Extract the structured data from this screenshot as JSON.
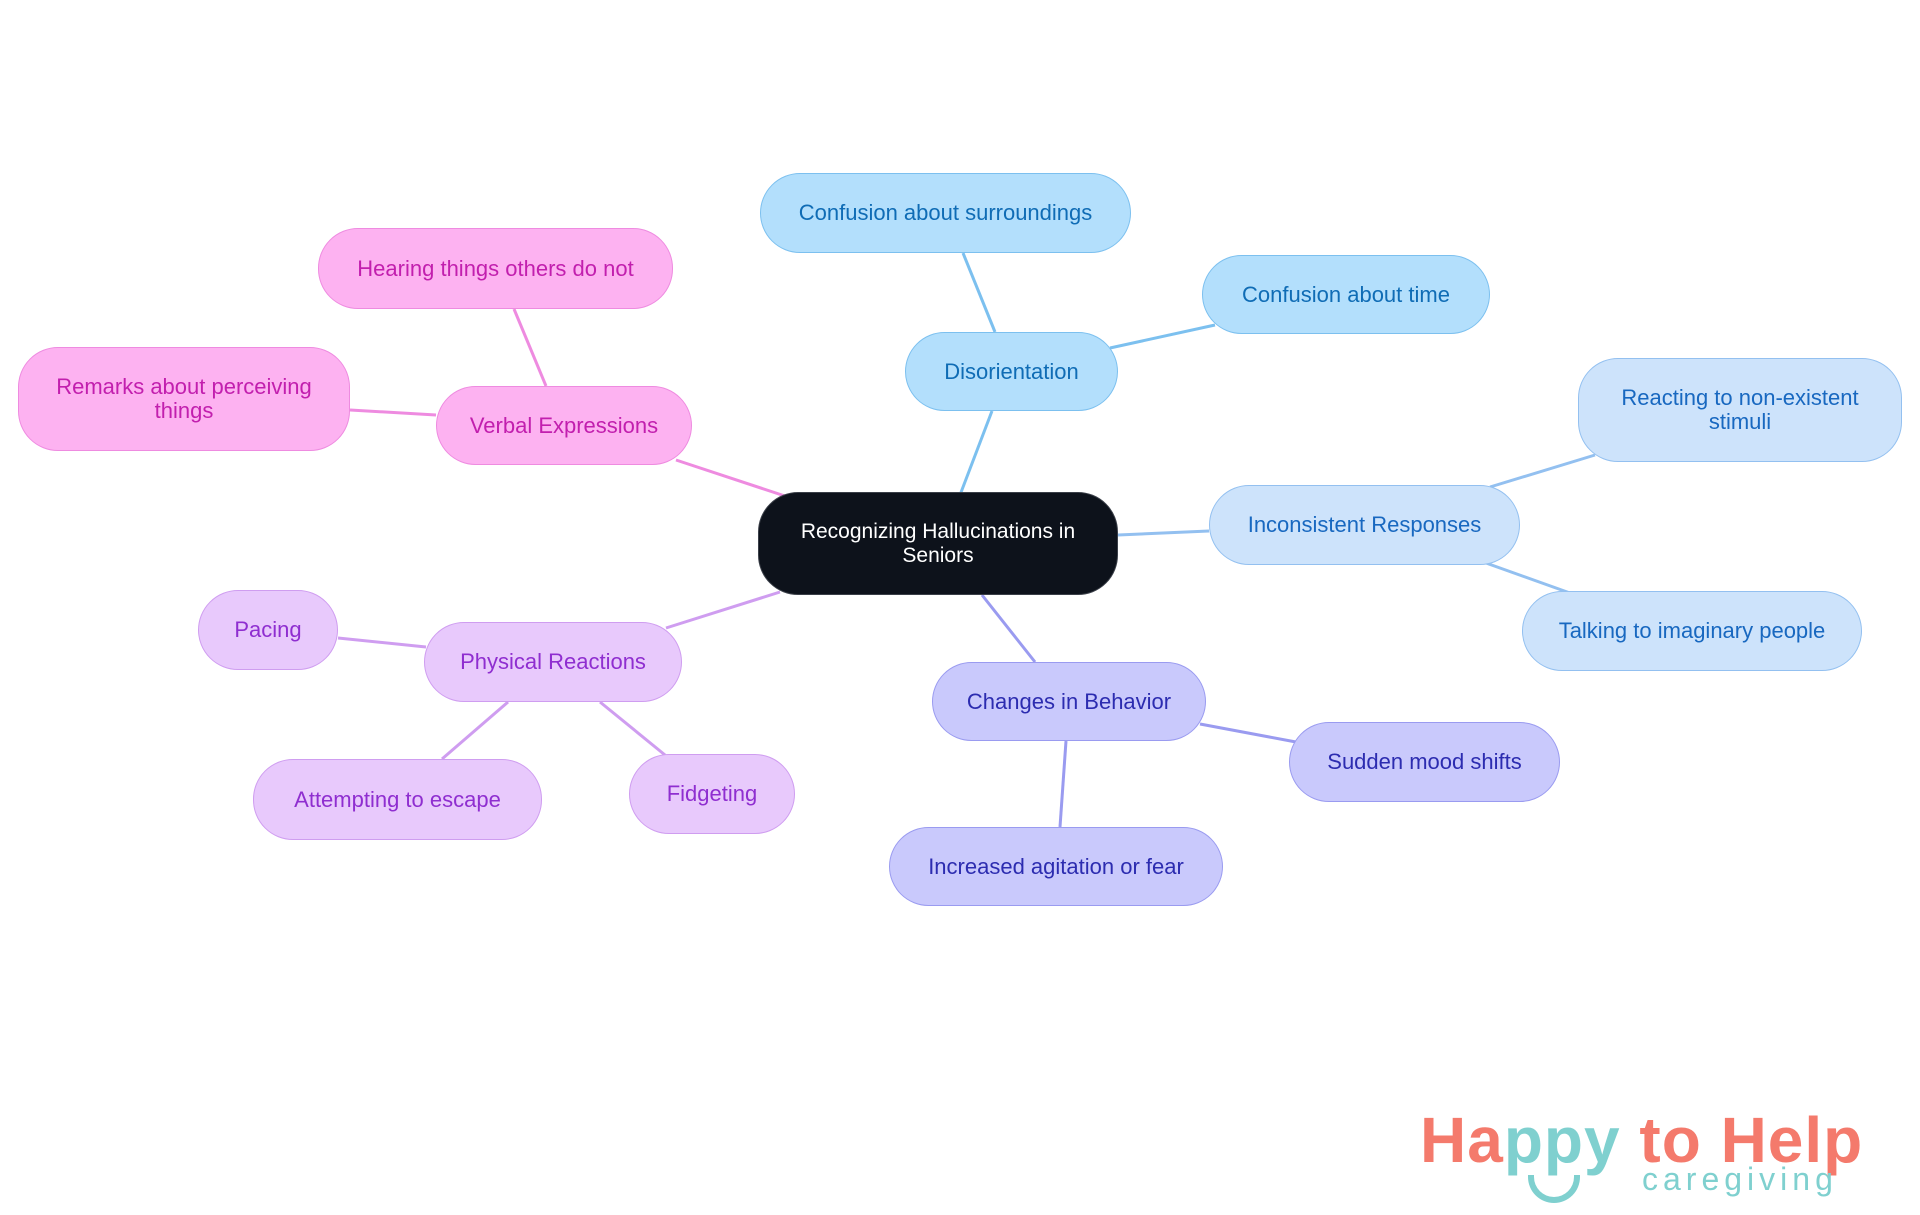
{
  "diagram": {
    "type": "mind-map",
    "root": {
      "label": "Recognizing Hallucinations in Seniors"
    },
    "branches": [
      {
        "label": "Disorientation",
        "color": "#b3dffc",
        "children": [
          "Confusion about surroundings",
          "Confusion about time"
        ]
      },
      {
        "label": "Inconsistent Responses",
        "color": "#cde3fb",
        "children": [
          "Reacting to non-existent stimuli",
          "Talking to imaginary people"
        ]
      },
      {
        "label": "Changes in Behavior",
        "color": "#c9c9fc",
        "children": [
          "Sudden mood shifts",
          "Increased agitation or fear"
        ]
      },
      {
        "label": "Verbal Expressions",
        "color": "#fdb2f1",
        "children": [
          "Hearing things others do not",
          "Remarks about perceiving things"
        ]
      },
      {
        "label": "Physical Reactions",
        "color": "#e8c9fc",
        "children": [
          "Pacing",
          "Attempting to escape",
          "Fidgeting"
        ]
      }
    ]
  },
  "logo": {
    "part1": "Ha",
    "part2": "ppy",
    "part3": " to Help",
    "subtitle": "caregiving"
  }
}
